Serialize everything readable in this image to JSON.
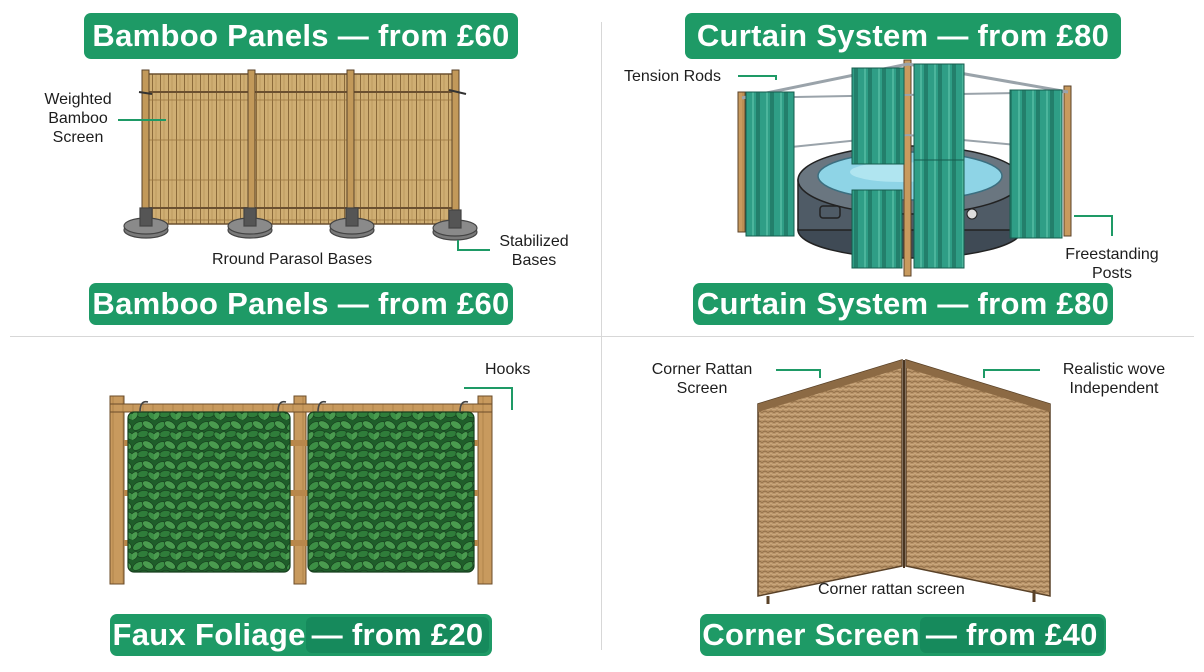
{
  "panels": {
    "bamboo": {
      "top_banner": "Bamboo Panels — from £60",
      "bottom_banner": "Bamboo Panels — from £60",
      "label_screen_line1": "Weighted",
      "label_screen_line2": "Bamboo",
      "label_screen_line3": "Screen",
      "label_bases": "Rround Parasol Bases",
      "label_stabilized_line1": "Stabilized",
      "label_stabilized_line2": "Bases"
    },
    "curtain": {
      "top_banner": "Curtain System — from £80",
      "bottom_banner": "Curtain System — from £80",
      "label_rods": "Tension Rods",
      "label_posts_line1": "Freestanding",
      "label_posts_line2": "Posts"
    },
    "foliage": {
      "banner_part1": "Faux Foliage",
      "banner_part2": " — from £20",
      "label_hooks": "Hooks"
    },
    "corner": {
      "banner_part1": "Corner Screen",
      "banner_part2": " — from £40",
      "label_rattan_line1": "Corner Rattan",
      "label_rattan_line2": "Screen",
      "label_weave_line1": "Realistic wove",
      "label_weave_line2": "Independent",
      "label_bottom": "Corner rattan screen"
    }
  },
  "colors": {
    "banner_green": "#1e9a66",
    "leader_green": "#1e9a66",
    "bamboo": "#c9a66b",
    "curtain": "#2f9e86",
    "foliage": "#2d7a3a",
    "rattan": "#b8926a",
    "base_grey": "#6e6e6e"
  }
}
